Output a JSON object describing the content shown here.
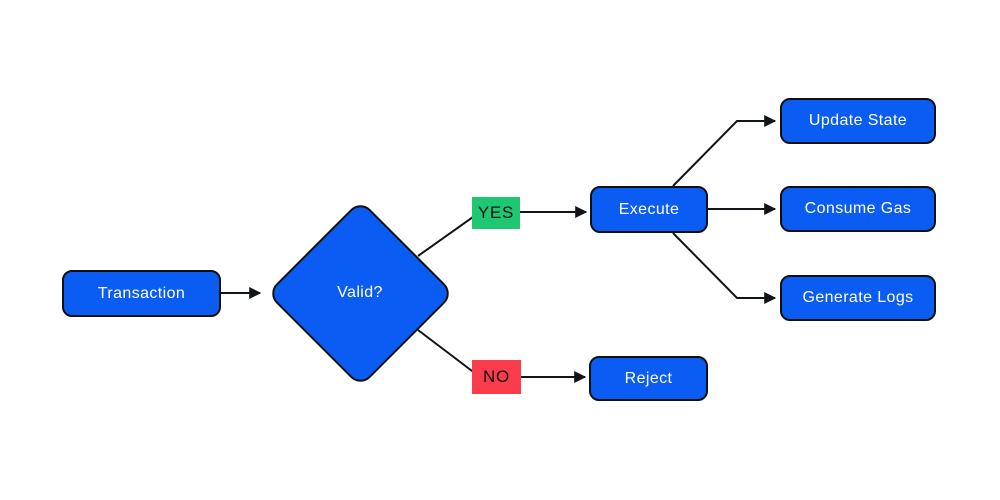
{
  "diagram": {
    "nodes": {
      "transaction": "Transaction",
      "valid": "Valid?",
      "execute": "Execute",
      "reject": "Reject",
      "update_state": "Update State",
      "consume_gas": "Consume Gas",
      "generate_logs": "Generate Logs"
    },
    "edge_labels": {
      "yes": "YES",
      "no": "NO"
    },
    "colors": {
      "background": "#ffffff",
      "node_fill": "#0b5cf2",
      "node_border": "#0e1111",
      "node_text": "#ffffff",
      "edge": "#111418",
      "yes_bg": "#1ec873",
      "no_bg": "#fa3c4b",
      "label_text": "#111111"
    }
  }
}
